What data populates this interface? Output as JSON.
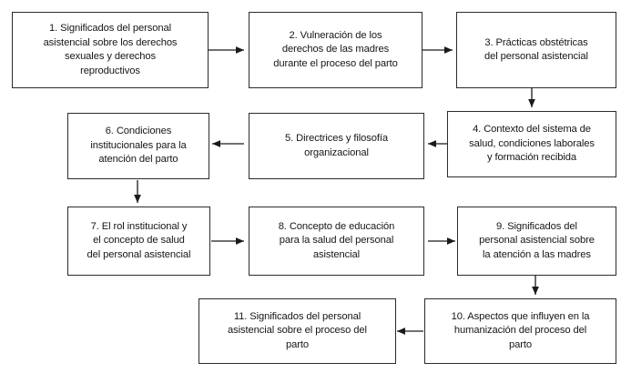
{
  "diagram": {
    "type": "flowchart",
    "title": "",
    "background_color": "#ffffff",
    "box_border_color": "#2b2b2b",
    "text_color": "#161616",
    "arrow_color": "#1a1a1a",
    "nodes": [
      {
        "id": "n1",
        "number": "1",
        "label": "1. Significados del personal\nasistencial sobre los derechos\nsexuales y derechos\nreproductivos",
        "row": 1,
        "column": 1
      },
      {
        "id": "n2",
        "number": "2",
        "label": "2. Vulneración de los\nderechos de las madres\ndurante el proceso del parto",
        "row": 1,
        "column": 2
      },
      {
        "id": "n3",
        "number": "3",
        "label": "3. Prácticas obstétricas\ndel personal  asistencial",
        "row": 1,
        "column": 3
      },
      {
        "id": "n4",
        "number": "4",
        "label": "4. Contexto  del sistema de\nsalud, condiciones laborales\ny formación recibida",
        "row": 2,
        "column": 3
      },
      {
        "id": "n5",
        "number": "5",
        "label": "5. Directrices y filosofía\norganizacional",
        "row": 2,
        "column": 2
      },
      {
        "id": "n6",
        "number": "6",
        "label": "6. Condiciones\ninstitucionales para la\natención del parto",
        "row": 2,
        "column": 1
      },
      {
        "id": "n7",
        "number": "7",
        "label": "7. El rol institucional y\nel concepto de salud\ndel personal asistencial",
        "row": 3,
        "column": 1
      },
      {
        "id": "n8",
        "number": "8",
        "label": "8. Concepto de educación\npara la salud del personal\nasistencial",
        "row": 3,
        "column": 2
      },
      {
        "id": "n9",
        "number": "9",
        "label": "9. Significados del\npersonal asistencial sobre\nla atención a las madres",
        "row": 3,
        "column": 3
      },
      {
        "id": "n10",
        "number": "10",
        "label": "10.  Aspectos que influyen en la\nhumanización del proceso del\nparto",
        "row": 4,
        "column": 3
      },
      {
        "id": "n11",
        "number": "11",
        "label": "11. Significados del personal\nasistencial sobre el proceso del\nparto",
        "row": 4,
        "column": 2
      }
    ],
    "edges": [
      {
        "from": "n1",
        "to": "n2",
        "direction": "right"
      },
      {
        "from": "n2",
        "to": "n3",
        "direction": "right"
      },
      {
        "from": "n3",
        "to": "n4",
        "direction": "down"
      },
      {
        "from": "n4",
        "to": "n5",
        "direction": "left"
      },
      {
        "from": "n5",
        "to": "n6",
        "direction": "left"
      },
      {
        "from": "n6",
        "to": "n7",
        "direction": "down"
      },
      {
        "from": "n7",
        "to": "n8",
        "direction": "right"
      },
      {
        "from": "n8",
        "to": "n9",
        "direction": "right"
      },
      {
        "from": "n9",
        "to": "n10",
        "direction": "down"
      },
      {
        "from": "n10",
        "to": "n11",
        "direction": "left"
      }
    ]
  }
}
